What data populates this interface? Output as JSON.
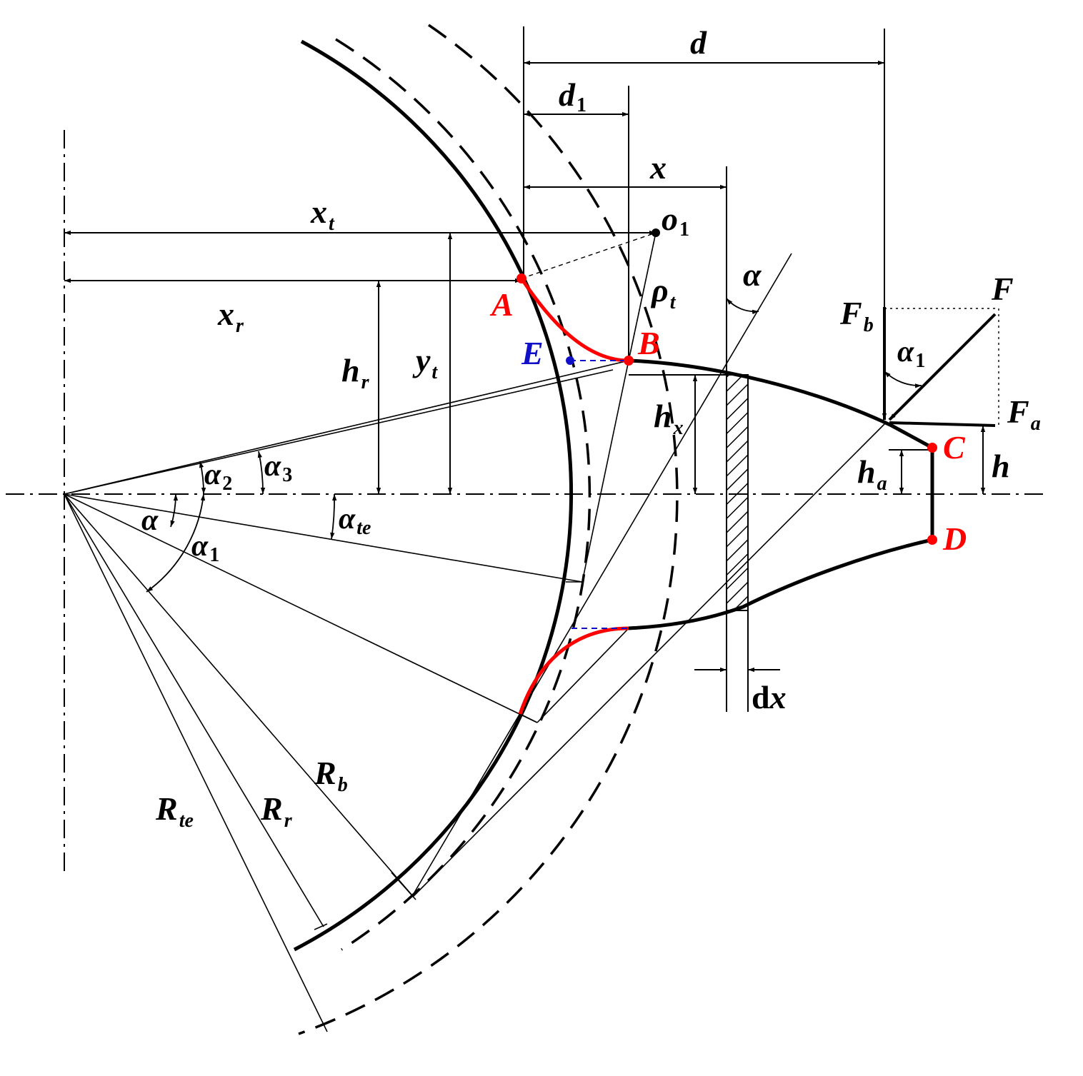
{
  "colors": {
    "line": "#000000",
    "point": "#ff0000",
    "auxiliary": "#1010c8",
    "background": "#ffffff"
  },
  "labels": {
    "d": "d",
    "d1": "d",
    "d1_sub": "1",
    "x": "x",
    "xt": "x",
    "xt_sub": "t",
    "o1": "o",
    "o1_sub": "1",
    "xr": "x",
    "xr_sub": "r",
    "rho": "ρ",
    "rho_sub": "t",
    "alpha": "α",
    "A": "A",
    "B": "B",
    "C": "C",
    "D": "D",
    "E": "E",
    "hr": "h",
    "hr_sub": "r",
    "yt": "y",
    "yt_sub": "t",
    "hx": "h",
    "hx_sub": "x",
    "Fb": "F",
    "Fb_sub": "b",
    "F": "F",
    "alpha1_force": "α",
    "alpha1_force_sub": "1",
    "Fa": "F",
    "Fa_sub": "a",
    "ha": "h",
    "ha_sub": "a",
    "h": "h",
    "alpha2": "α",
    "alpha2_sub": "2",
    "alpha3": "α",
    "alpha3_sub": "3",
    "alpha_te": "α",
    "alpha_te_sub": "te",
    "alpha_plain": "α",
    "alpha1": "α",
    "alpha1_sub": "1",
    "dx": "d",
    "dx_var": "x",
    "Rb": "R",
    "Rb_sub": "b",
    "Rr": "R",
    "Rr_sub": "r",
    "Rte": "R",
    "Rte_sub": "te"
  }
}
